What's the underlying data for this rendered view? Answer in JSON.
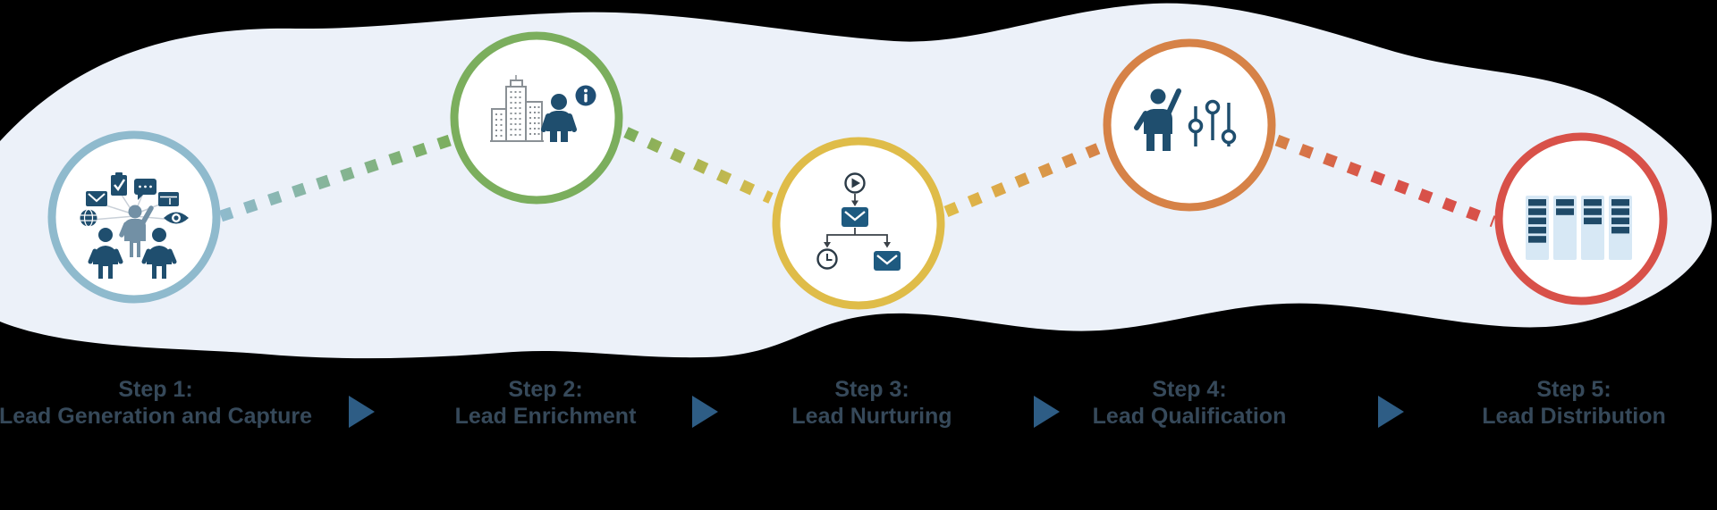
{
  "canvas": {
    "background": "#000000",
    "blob_fill": "#ECF1F9"
  },
  "palette": {
    "icon_navy": "#1F4E6E",
    "envelope_navy": "#1E5A80",
    "flowchart_dark": "#3A4148",
    "label_text": "#36495A",
    "arrow_blue": "#2E5D85",
    "kanban_column": "#D7E8F5",
    "person_light_blue": "#7290A5",
    "building_gray": "#8A9095",
    "badge_navy": "#1F4E75"
  },
  "steps": [
    {
      "title": "Step 1:",
      "name": "Lead Generation and Capture",
      "color": "#8FBACD",
      "icon": "lead-generation-capture-icon"
    },
    {
      "title": "Step 2:",
      "name": "Lead Enrichment",
      "color": "#7BAE5D",
      "icon": "company-person-info-icon"
    },
    {
      "title": "Step 3:",
      "name": "Lead Nurturing",
      "color": "#DFBC49",
      "icon": "email-workflow-icon"
    },
    {
      "title": "Step 4:",
      "name": "Lead Qualification",
      "color": "#D68247",
      "icon": "person-sliders-icon"
    },
    {
      "title": "Step 5:",
      "name": "Lead Distribution",
      "color": "#D85149",
      "icon": "kanban-board-icon"
    }
  ],
  "connectors": {
    "style": "dotted",
    "count": 4
  }
}
